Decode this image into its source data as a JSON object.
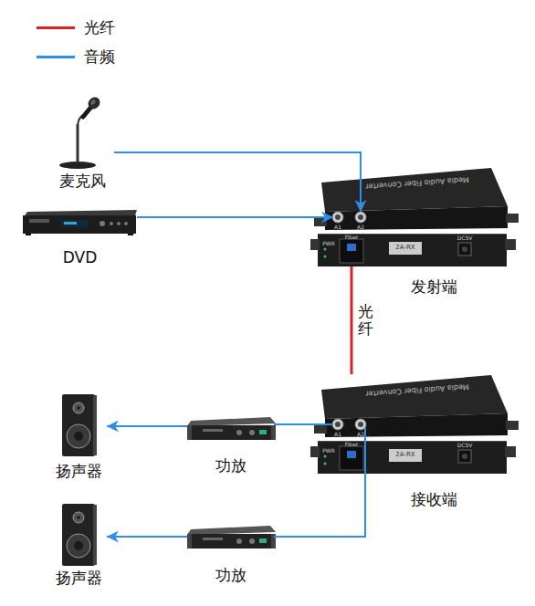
{
  "diagram": {
    "nodes": [
      {
        "text": [
          "麦克风"
        ]
      },
      {
        "text": [
          "DVD"
        ]
      },
      {
        "text": [
          "发射端"
        ]
      },
      {
        "text": [
          "接收端"
        ]
      },
      {
        "text": [
          "扬声器"
        ]
      },
      {
        "text": [
          "功放"
        ]
      },
      {
        "text": [
          "扬声器"
        ]
      },
      {
        "text": [
          "功放"
        ]
      }
    ],
    "edges": [
      {
        "from": 0,
        "to": 2,
        "arrow": "to"
      },
      {
        "from": 1,
        "to": 2,
        "arrow": "to"
      },
      {
        "from": 2,
        "to": 3,
        "arrow": "none",
        "label": "光纤"
      },
      {
        "from": 3,
        "to": 5,
        "arrow": "none"
      },
      {
        "from": 5,
        "to": 4,
        "arrow": "to"
      },
      {
        "from": 3,
        "to": 7,
        "arrow": "none"
      },
      {
        "from": 7,
        "to": 6,
        "arrow": "to"
      }
    ],
    "labels": [
      "Media Audio Fiber Converter",
      "A1",
      "A2",
      "PWR",
      "Fiber",
      "2A-RX",
      "DC5V",
      "Media Audio Fiber Converter",
      "A1",
      "A2",
      "PWR",
      "Fiber",
      "2A-RX",
      "DC5V"
    ],
    "legend": [
      {
        "text": "光纤"
      },
      {
        "text": "音频"
      }
    ]
  }
}
